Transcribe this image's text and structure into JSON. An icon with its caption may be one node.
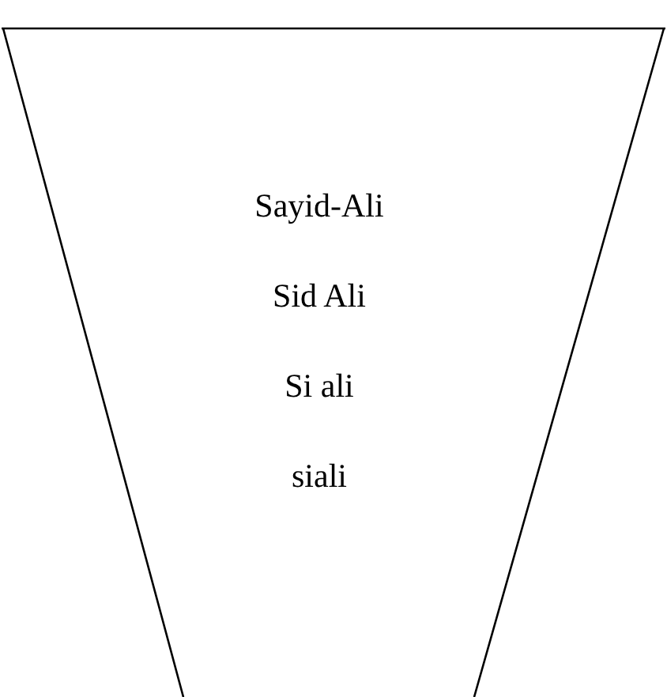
{
  "diagram": {
    "nodes": [
      {
        "text": [
          "Sayid-Ali",
          "Sid Ali",
          "Si ali",
          "siali"
        ]
      }
    ]
  }
}
